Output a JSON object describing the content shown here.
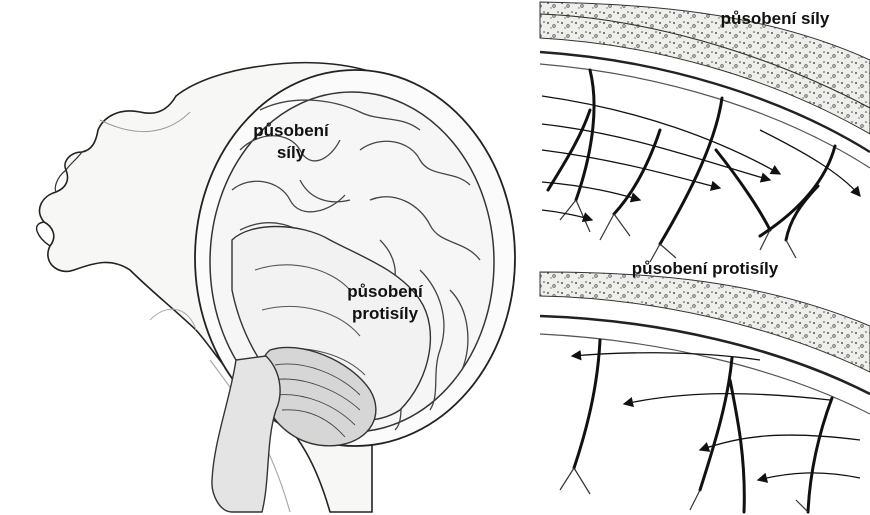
{
  "labels": {
    "brain_force_line1": "působení",
    "brain_force_line2": "síly",
    "brain_counterforce_line1": "působení",
    "brain_counterforce_line2": "protisíly",
    "top_panel_title": "působení síly",
    "bottom_panel_title": "působení protisíly"
  },
  "colors": {
    "ink": "#222222",
    "skin_shade": "#e4e4e4",
    "bone": "#f0f0ec",
    "bone_speckle": "#555555",
    "brain_fill": "#f6f6f6"
  }
}
